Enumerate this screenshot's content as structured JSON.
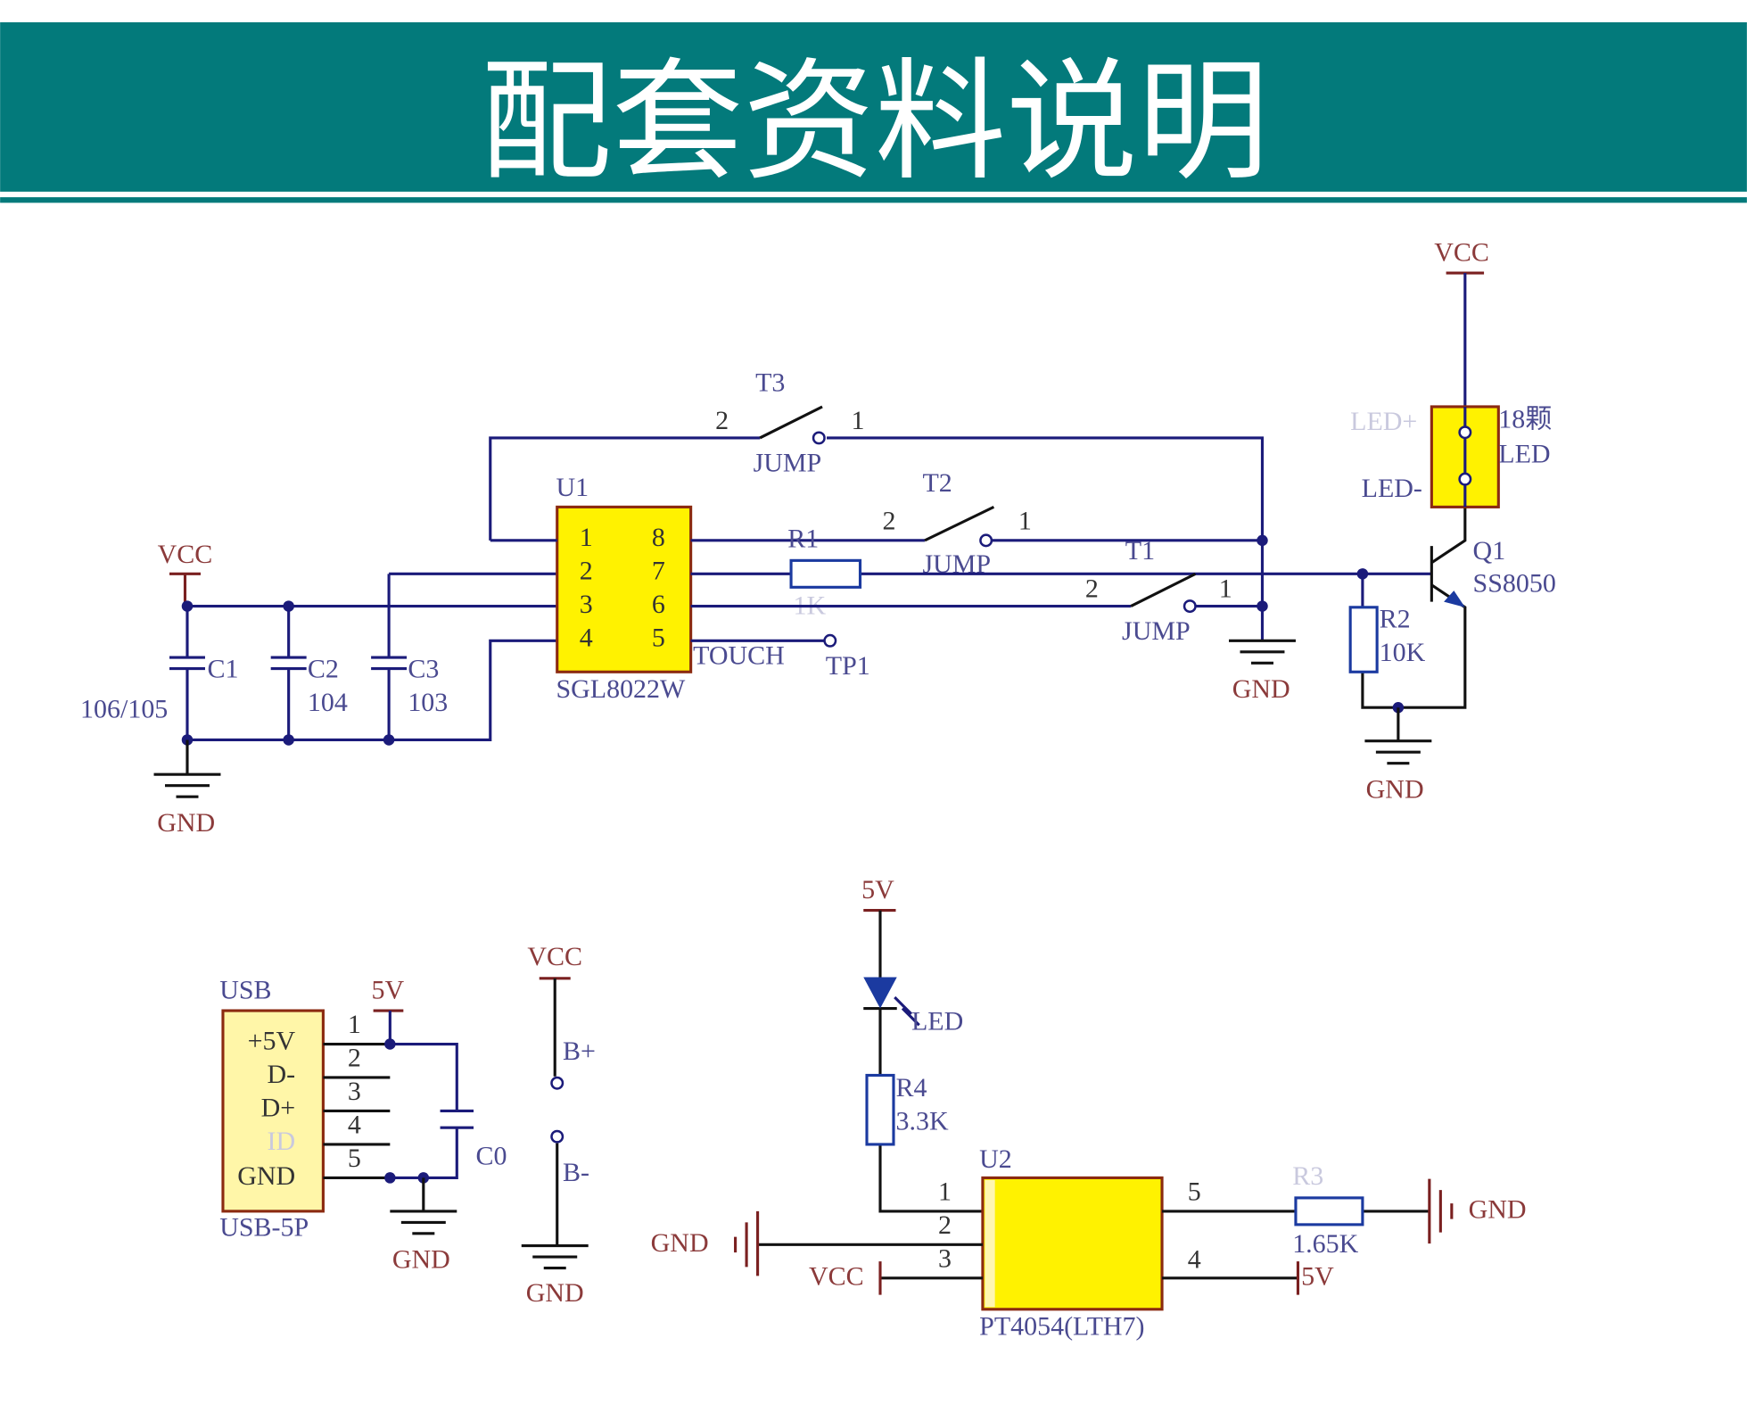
{
  "header": {
    "title": "配套资料说明",
    "color": "#037a7b"
  },
  "top_circuit": {
    "vcc_left": "VCC",
    "gnd_left": "GND",
    "c1": {
      "ref": "C1",
      "value": "106/105"
    },
    "c2": {
      "ref": "C2",
      "value": "104"
    },
    "c3": {
      "ref": "C3",
      "value": "103"
    },
    "u1": {
      "ref": "U1",
      "part": "SGL8022W",
      "pins_left": [
        "1",
        "2",
        "3",
        "4"
      ],
      "pins_right": [
        "8",
        "7",
        "6",
        "5"
      ]
    },
    "t3": {
      "ref": "T3",
      "pin2": "2",
      "pin1": "1",
      "type": "JUMP"
    },
    "t2": {
      "ref": "T2",
      "pin2": "2",
      "pin1": "1",
      "type": "JUMP"
    },
    "t1": {
      "ref": "T1",
      "pin2": "2",
      "pin1": "1",
      "type": "JUMP"
    },
    "r1": {
      "ref": "R1",
      "value": "1K"
    },
    "touch": "TOUCH",
    "tp1": "TP1",
    "gnd_mid": "GND",
    "q1": {
      "ref": "Q1",
      "part": "SS8050"
    },
    "r2": {
      "ref": "R2",
      "value": "10K"
    },
    "gnd_right": "GND",
    "vcc_right": "VCC",
    "led_conn": {
      "plus": "LED+",
      "minus": "LED-",
      "desc1": "18颗",
      "desc2": "LED"
    }
  },
  "bottom_circuit": {
    "usb": {
      "ref": "USB",
      "part": "USB-5P",
      "pins": [
        "+5V",
        "D-",
        "D+",
        "ID",
        "GND"
      ],
      "numbers": [
        "1",
        "2",
        "3",
        "4",
        "5"
      ]
    },
    "usb_5v": "5V",
    "c0": "C0",
    "usb_gnd": "GND",
    "batt": {
      "vcc": "VCC",
      "plus": "B+",
      "minus": "B-",
      "gnd": "GND"
    },
    "led_5v": "5V",
    "led": "LED",
    "r4": {
      "ref": "R4",
      "value": "3.3K"
    },
    "u2": {
      "ref": "U2",
      "part": "PT4054(LTH7)",
      "pins": [
        "1",
        "2",
        "3",
        "5",
        "4"
      ]
    },
    "u2_gnd": "GND",
    "u2_vcc": "VCC",
    "r3": {
      "ref": "R3",
      "value": "1.65K"
    },
    "r3_gnd": "GND",
    "pin4_5v": "5V"
  }
}
